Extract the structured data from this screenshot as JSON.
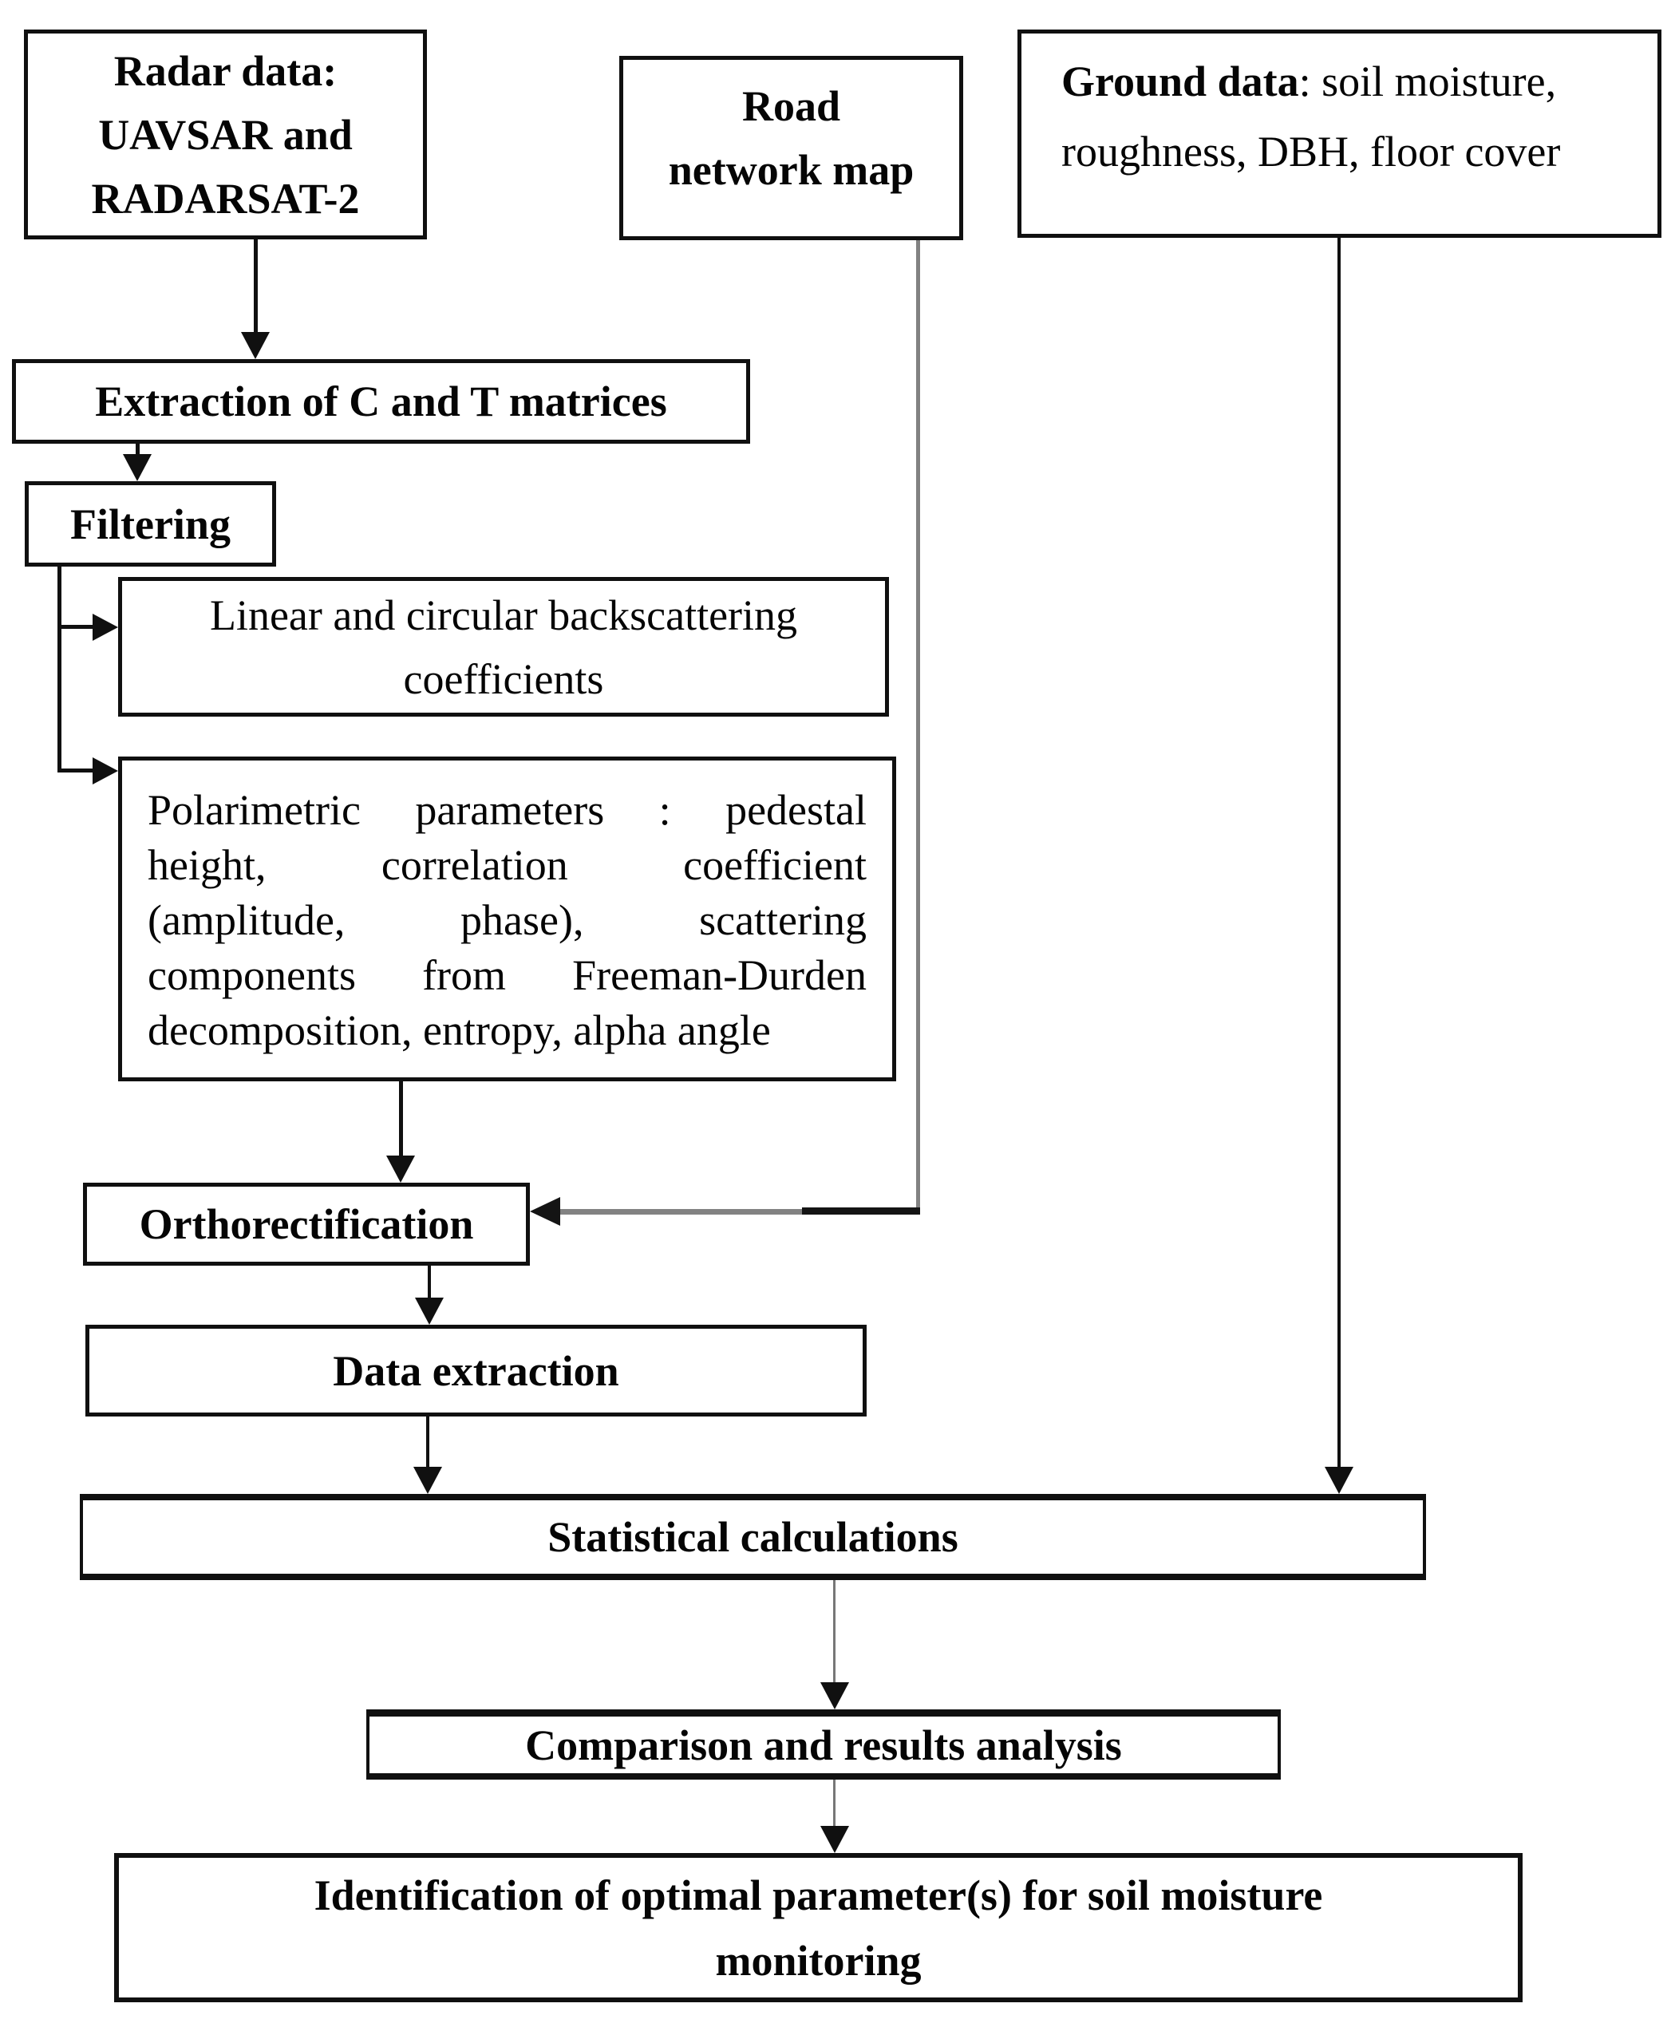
{
  "diagram": {
    "title": "Radar soil-moisture processing flowchart",
    "colors": {
      "box_border": "#101010",
      "text": "#050505",
      "arrow_black": "#101010",
      "arrow_gray": "#828282",
      "background": "#ffffff"
    },
    "nodes": {
      "radar": {
        "line1": "Radar data:",
        "line2": "UAVSAR and",
        "line3": "RADARSAT-2"
      },
      "road": {
        "line1": "Road",
        "line2": "network map"
      },
      "ground": {
        "bold": "Ground data",
        "rest": ": soil moisture,",
        "line2": "roughness, DBH, floor cover"
      },
      "extraction": {
        "label": "Extraction of C and T matrices"
      },
      "filtering": {
        "label": "Filtering"
      },
      "backscatter": {
        "line1": "Linear and circular backscattering",
        "line2": "coefficients"
      },
      "polarimetric": {
        "line1": "Polarimetric parameters : pedestal",
        "line2": "height, correlation coefficient",
        "line3": "(amplitude, phase), scattering",
        "line4": "components from Freeman-Durden",
        "line5": "decomposition, entropy, alpha angle"
      },
      "orthorectification": {
        "label": "Orthorectification"
      },
      "data_extraction": {
        "label": "Data extraction"
      },
      "statistical": {
        "label": "Statistical calculations"
      },
      "comparison": {
        "label": "Comparison and results analysis"
      },
      "identification": {
        "line1": "Identification of optimal parameter(s) for soil moisture",
        "line2": "monitoring"
      }
    }
  }
}
